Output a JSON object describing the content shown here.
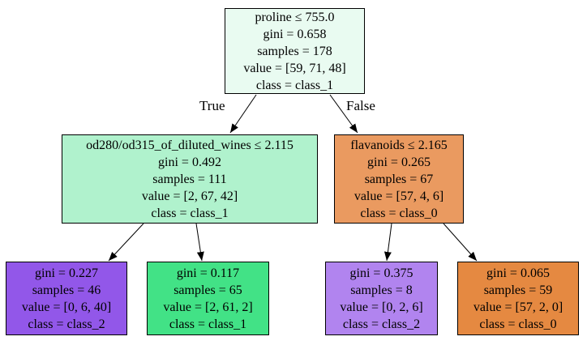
{
  "tree": {
    "background_color": "#ffffff",
    "edge_stroke_color": "#000000",
    "edge_labels": {
      "true_label": "True",
      "false_label": "False"
    },
    "nodes": [
      {
        "id": "root",
        "fill": "#e9fbf1",
        "lines": [
          "proline ≤ 755.0",
          "gini = 0.658",
          "samples = 178",
          "value = [59, 71, 48]",
          "class = class_1"
        ]
      },
      {
        "id": "od280-split",
        "fill": "#b0f2cd",
        "lines": [
          "od280/od315_of_diluted_wines ≤ 2.115",
          "gini = 0.492",
          "samples = 111",
          "value = [2, 67, 42]",
          "class = class_1"
        ]
      },
      {
        "id": "flavanoids-split",
        "fill": "#ea9a60",
        "lines": [
          "flavanoids ≤ 2.165",
          "gini = 0.265",
          "samples = 67",
          "value = [57, 4, 6]",
          "class = class_0"
        ]
      },
      {
        "id": "leaf-1",
        "fill": "#9257e9",
        "lines": [
          "gini = 0.227",
          "samples = 46",
          "value = [0, 6, 40]",
          "class = class_2"
        ]
      },
      {
        "id": "leaf-2",
        "fill": "#42e286",
        "lines": [
          "gini = 0.117",
          "samples = 65",
          "value = [2, 61, 2]",
          "class = class_1"
        ]
      },
      {
        "id": "leaf-3",
        "fill": "#b184ef",
        "lines": [
          "gini = 0.375",
          "samples = 8",
          "value = [0, 2, 6]",
          "class = class_2"
        ]
      },
      {
        "id": "leaf-4",
        "fill": "#e58941",
        "lines": [
          "gini = 0.065",
          "samples = 59",
          "value = [57, 2, 0]",
          "class = class_0"
        ]
      }
    ]
  }
}
